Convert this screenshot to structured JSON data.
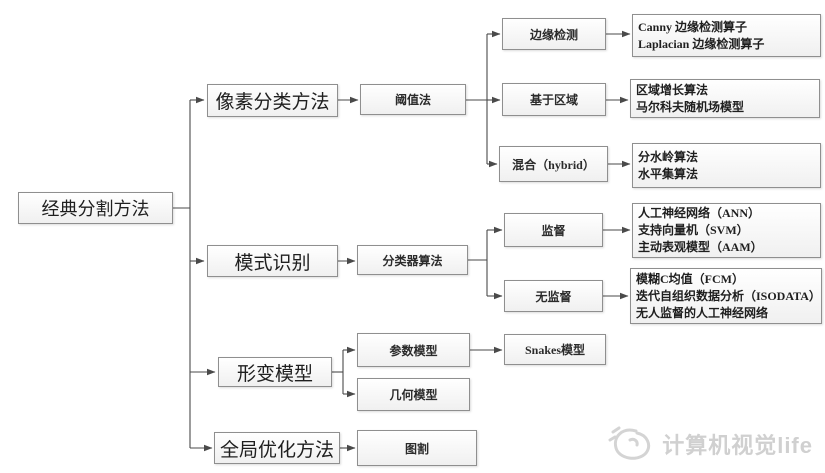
{
  "diagram": {
    "root": "经典分割方法",
    "level1": {
      "pixel_classification": "像素分类方法",
      "pattern_recognition": "模式识别",
      "deformable_model": "形变模型",
      "global_optimization": "全局优化方法"
    },
    "level2": {
      "threshold": "阈值法",
      "classifier": "分类器算法",
      "parametric_model": "参数模型",
      "geometric_model": "几何模型",
      "graph_cut": "图割"
    },
    "level3": {
      "edge_detection": "边缘检测",
      "region_based": "基于区域",
      "hybrid": "混合（hybrid）",
      "supervised": "监督",
      "unsupervised": "无监督",
      "snakes": "Snakes模型"
    },
    "leaves": {
      "edge_detection": [
        "Canny 边缘检测算子",
        "Laplacian 边缘检测算子"
      ],
      "region_based": [
        "区域增长算法",
        "马尔科夫随机场模型"
      ],
      "hybrid": [
        "分水岭算法",
        "水平集算法"
      ],
      "supervised": [
        "人工神经网络（ANN）",
        "支持向量机（SVM）",
        "主动表观模型（AAM）"
      ],
      "unsupervised": [
        "模糊C均值（FCM）",
        "迭代自组织数据分析（ISODATA）",
        "无人监督的人工神经网络"
      ]
    }
  },
  "watermark": {
    "text": "计算机视觉life",
    "icon": "camera-sketch-logo"
  },
  "colors": {
    "line": "#4a4a4a",
    "box_border": "#8f8f8f",
    "watermark": "#d0d0d0"
  }
}
